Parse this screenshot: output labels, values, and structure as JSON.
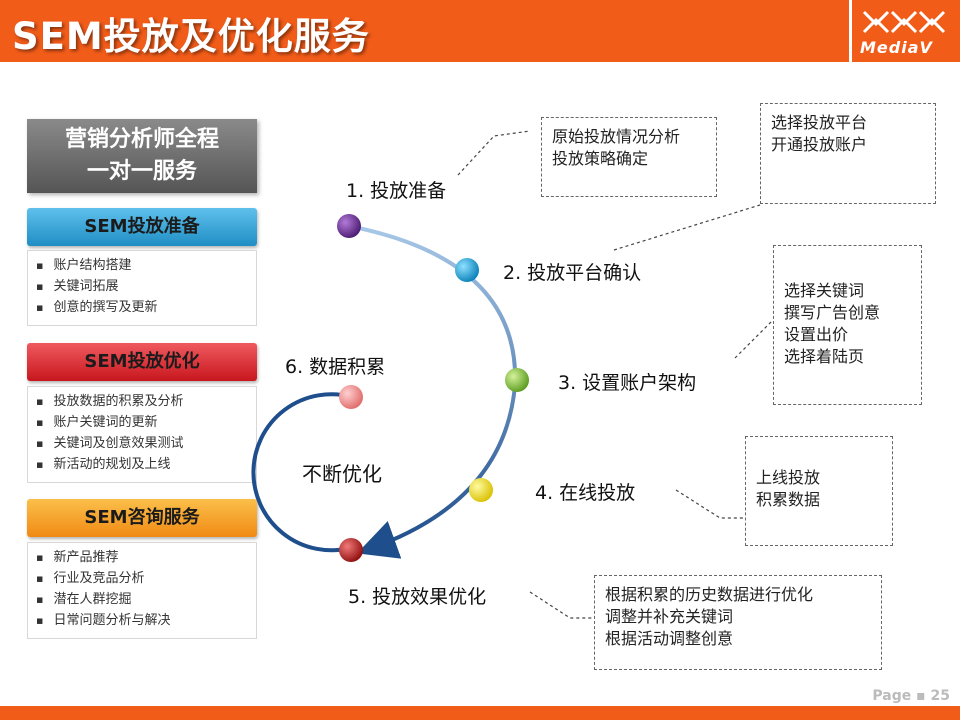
{
  "header": {
    "title": "SEM投放及优化服务",
    "logo_text": "MediaV"
  },
  "left_panel": {
    "title_line1": "营销分析师全程",
    "title_line2": "一对一服务",
    "sections": [
      {
        "title": "SEM投放准备",
        "color": "#2b9fd6",
        "items": [
          "账户结构搭建",
          "关键词拓展",
          "创意的撰写及更新"
        ]
      },
      {
        "title": "SEM投放优化",
        "color": "#d8202a",
        "items": [
          "投放数据的积累及分析",
          "账户关键词的更新",
          "关键词及创意效果测试",
          "新活动的规划及上线"
        ]
      },
      {
        "title": "SEM咨询服务",
        "color": "#f5a020",
        "items": [
          "新产品推荐",
          "行业及竞品分析",
          "潜在人群挖掘",
          "日常问题分析与解决"
        ]
      }
    ]
  },
  "steps": [
    {
      "label": "1. 投放准备",
      "color": "#6a2c91"
    },
    {
      "label": "2. 投放平台确认",
      "color": "#14a7e0"
    },
    {
      "label": "3. 设置账户架构",
      "color": "#8cc63e"
    },
    {
      "label": "4. 在线投放",
      "color": "#f4e021"
    },
    {
      "label": "5. 投放效果优化",
      "color": "#c81e1e"
    },
    {
      "label": "6. 数据积累",
      "color": "#f08a8a"
    }
  ],
  "center_label": "不断优化",
  "notes": [
    [
      "原始投放情况分析",
      "投放策略确定"
    ],
    [
      "选择投放平台",
      "开通投放账户"
    ],
    [
      "选择关键词",
      "撰写广告创意",
      "设置出价",
      "选择着陆页"
    ],
    [
      "上线投放",
      "积累数据"
    ],
    [
      "根据积累的历史数据进行优化",
      "调整并补充关键词",
      "根据活动调整创意"
    ]
  ],
  "footer": {
    "page": "Page ▪ 25"
  }
}
